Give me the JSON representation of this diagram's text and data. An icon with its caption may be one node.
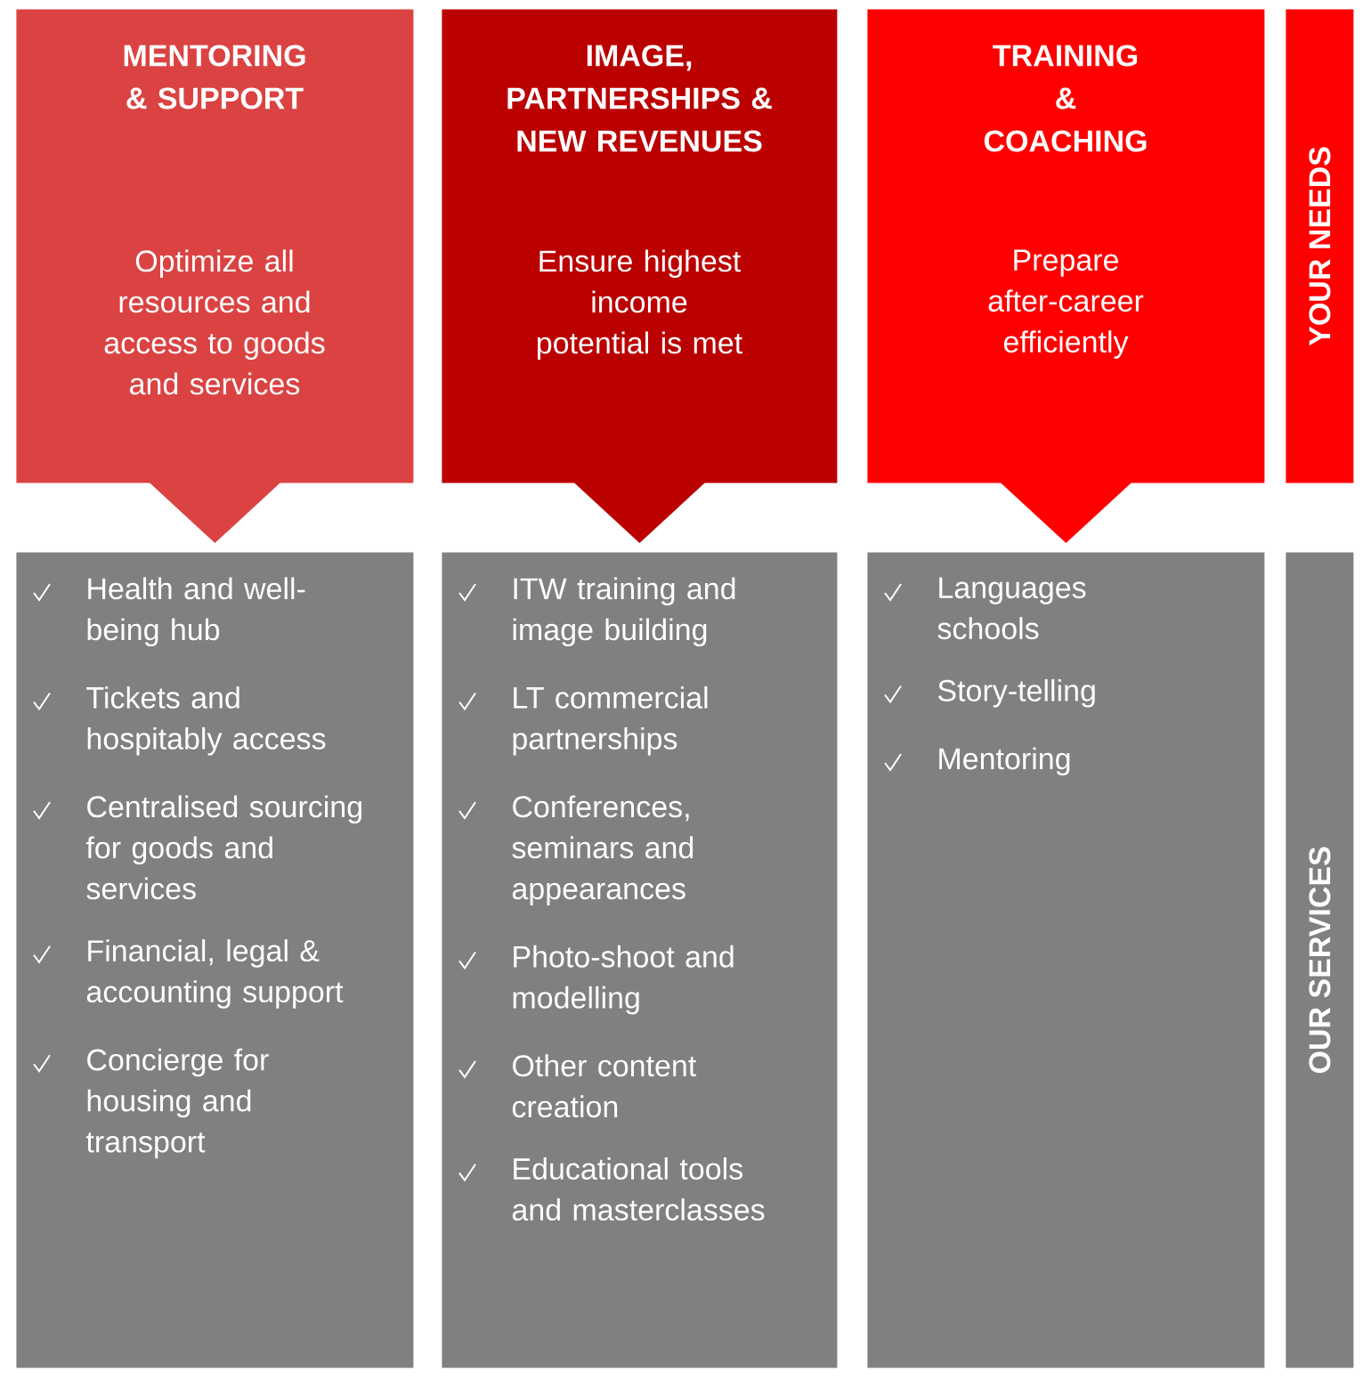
{
  "diagram": {
    "nodes": [
      {
        "text": [
          "MENTORING & SUPPORT",
          "Optimize all resources and access to goods and services"
        ]
      },
      {
        "text": [
          "IMAGE, PARTNERSHIPS & NEW REVENUES",
          "Ensure highest income potential is met"
        ]
      },
      {
        "text": [
          "TRAINING & COACHING",
          "Prepare after-career efficiently"
        ]
      },
      {
        "text": [
          "YOUR NEEDS"
        ]
      },
      {
        "text": [
          "Health and well-being hub",
          "Tickets and hospitably access",
          "Centralised sourcing for goods and services",
          "Financial, legal & accounting support",
          "Concierge for housing and transport"
        ]
      },
      {
        "text": [
          "ITW training and image building",
          "LT commercial partnerships",
          "Conferences, seminars and appearances",
          "Photo-shoot and modelling",
          "Other content creation",
          "Educational tools and masterclasses"
        ]
      },
      {
        "text": [
          "Languages schools",
          "Story-telling",
          "Mentoring"
        ]
      },
      {
        "text": [
          "OUR SERVICES"
        ]
      }
    ],
    "edges": [
      {
        "from": 0,
        "to": 4,
        "arrow": "to",
        "color": "#db4343"
      },
      {
        "from": 1,
        "to": 5,
        "arrow": "to",
        "color": "#bb0000"
      },
      {
        "from": 2,
        "to": 6,
        "arrow": "to",
        "color": "#ff0000"
      }
    ]
  }
}
